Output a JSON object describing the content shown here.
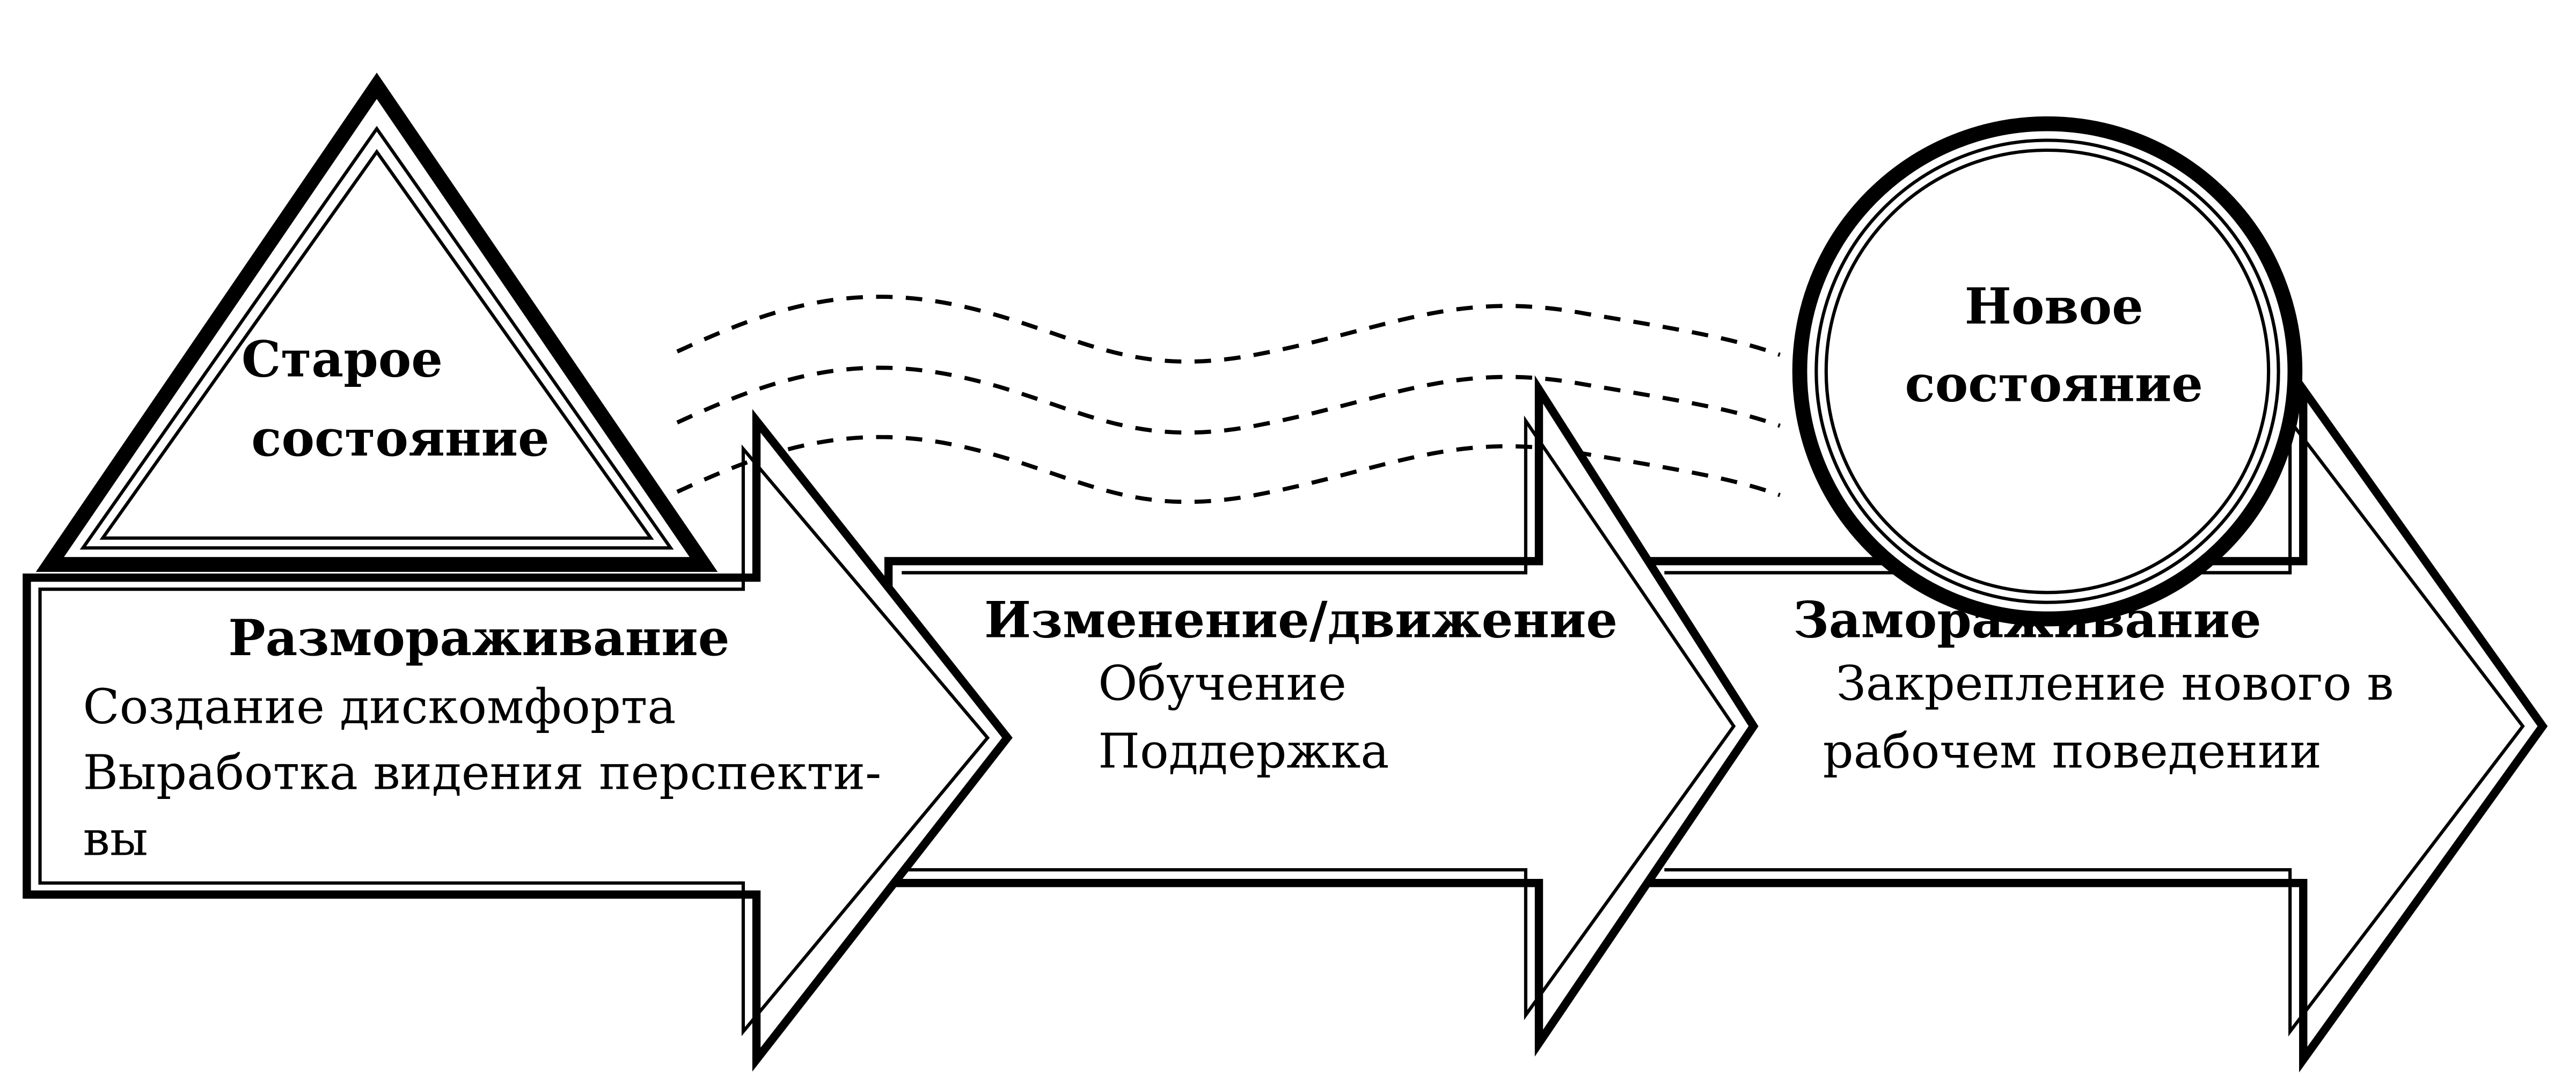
{
  "old_state": {
    "line1": "Старое",
    "line2": "состояние"
  },
  "new_state": {
    "line1": "Новое",
    "line2": "состояние"
  },
  "stages": [
    {
      "title": "Размораживание",
      "lines": [
        "Создание дискомфорта",
        "Выработка видения перспекти-",
        "вы"
      ]
    },
    {
      "title": "Изменение/движение",
      "lines": [
        "Обучение",
        "Поддержка"
      ]
    },
    {
      "title": "Замораживание",
      "lines": [
        "Закрепление нового в",
        "рабочем поведении"
      ]
    }
  ],
  "colors": {
    "stroke": "#000000",
    "fill": "#ffffff"
  }
}
